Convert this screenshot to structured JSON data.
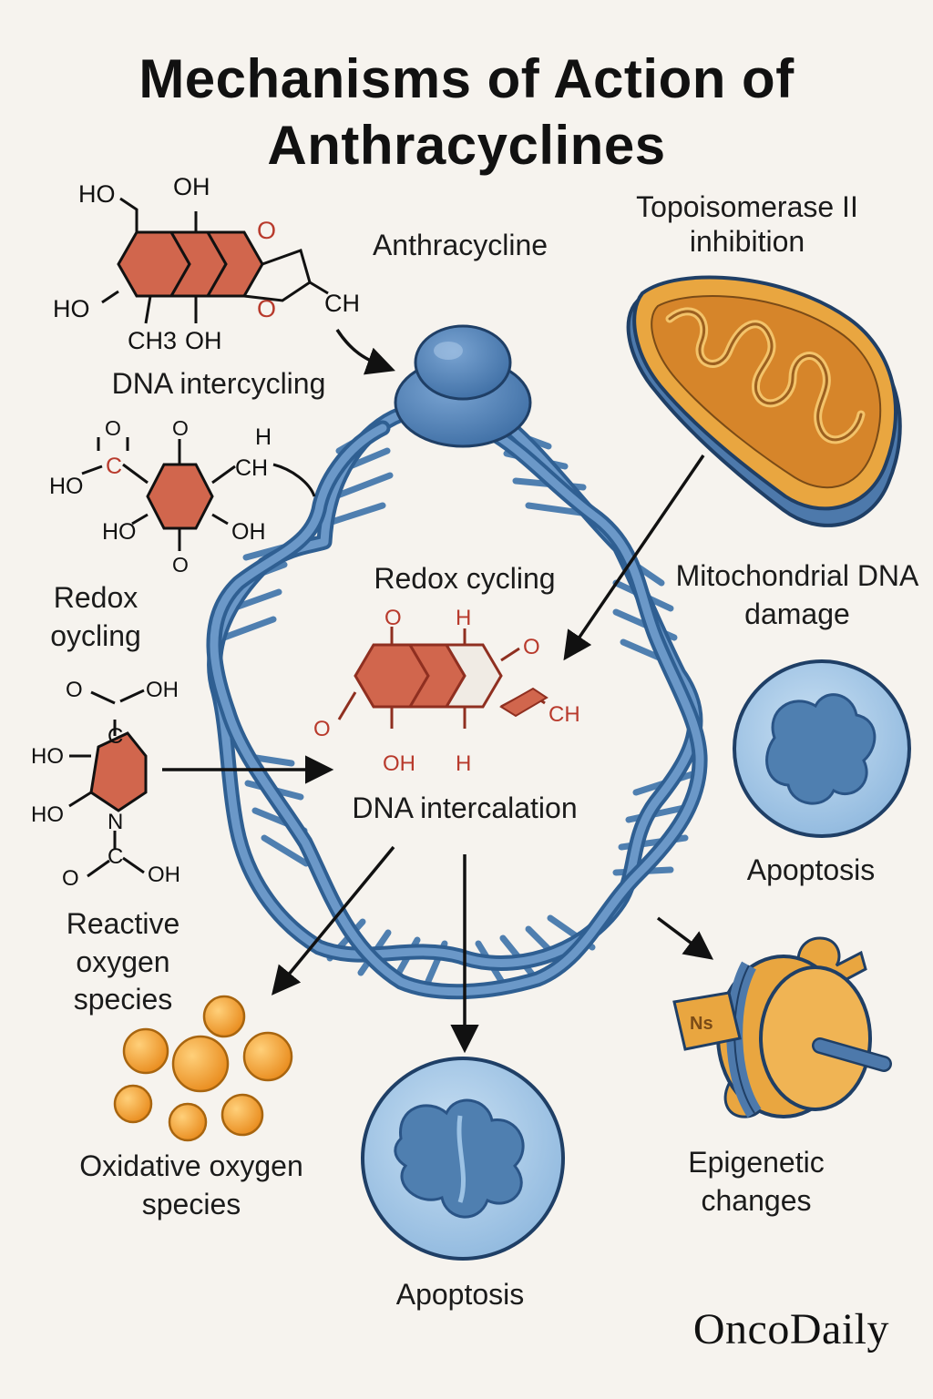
{
  "title": "Mechanisms of Action of Anthracyclines",
  "labels": {
    "anthracycline": "Anthracycline",
    "dna_intercycling": "DNA intercycling",
    "topoisomerase": "Topoisomerase II inhibition",
    "redox_left": "Redox oycling",
    "redox_center": "Redox cycling",
    "mitochondrial": "Mitochondrial DNA damage",
    "dna_intercalation": "DNA intercalation",
    "apoptosis_right": "Apoptosis",
    "reactive_oxygen": "Reactive oxygen species",
    "oxidative_oxygen": "Oxidative oxygen species",
    "apoptosis_bottom": "Apoptosis",
    "epigenetic": "Epigenetic changes"
  },
  "molecule_text": {
    "m1": [
      "HO",
      "OH",
      "O",
      "O",
      "HO",
      "CH",
      "CH3",
      "OH"
    ],
    "m2": [
      "O",
      "O",
      "H",
      "HO",
      "C",
      "CH",
      "HO",
      "OH",
      "O"
    ],
    "m3": [
      "O",
      "OH",
      "C",
      "HO",
      "HO",
      "N",
      "C",
      "O",
      "OH"
    ],
    "m4": [
      "O",
      "H",
      "O",
      "O",
      "OH",
      "H",
      "CH"
    ]
  },
  "histone_tag": "Ns",
  "logo": "OncoDaily",
  "colors": {
    "dna_blue": "#4f7fb0",
    "ring_red": "#d1664d",
    "mito_orange": "#e9a640",
    "cell_blue": "#a9cbe8",
    "sphere_orange": "#ef9f31"
  }
}
